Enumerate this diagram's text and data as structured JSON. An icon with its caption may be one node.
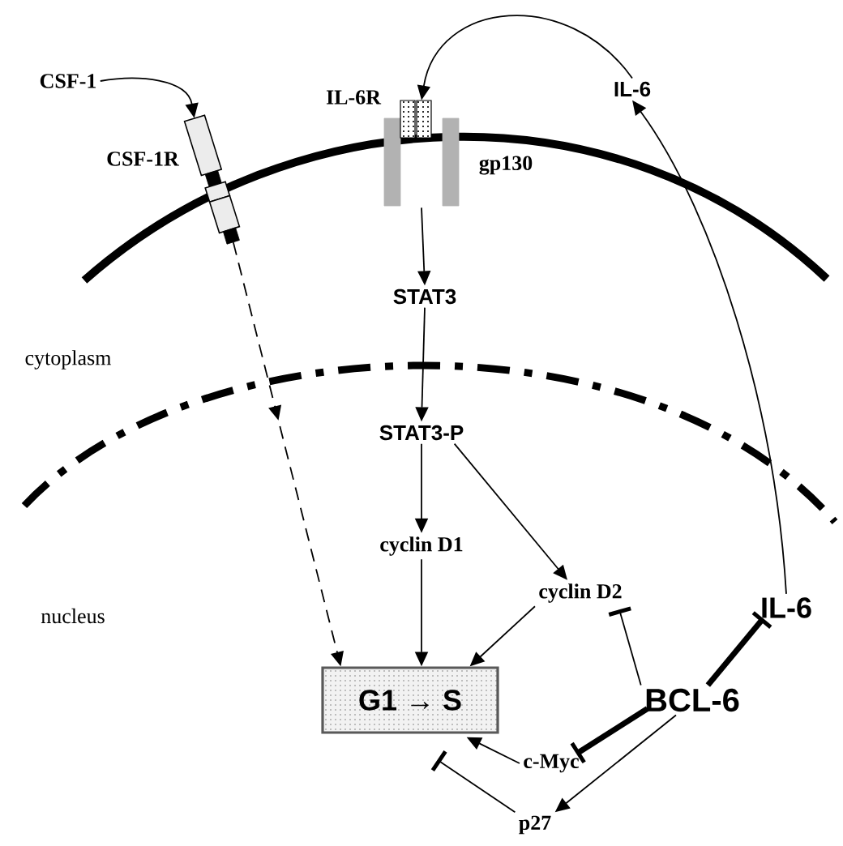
{
  "diagram": {
    "nodes": [
      {
        "text": [
          "CSF-1"
        ]
      },
      {
        "text": [
          "CSF-1R"
        ]
      },
      {
        "text": [
          "IL-6R",
          "gp130"
        ]
      },
      {
        "text": [
          "IL-6"
        ]
      },
      {
        "text": [
          "STAT3"
        ]
      },
      {
        "text": [
          "STAT3-P"
        ]
      },
      {
        "text": [
          "cyclin D1"
        ]
      },
      {
        "text": [
          "cyclin D2"
        ]
      },
      {
        "text": [
          "G1 → S"
        ]
      },
      {
        "text": [
          "IL-6"
        ]
      },
      {
        "text": [
          "BCL-6"
        ]
      },
      {
        "text": [
          "c-Myc"
        ]
      },
      {
        "text": [
          "p27"
        ]
      }
    ],
    "edges": [
      {
        "from": 0,
        "to": 1,
        "arrow": "to"
      },
      {
        "from": 1,
        "to": 8,
        "arrow": "to",
        "style": "dashed"
      },
      {
        "from": 2,
        "to": 4,
        "arrow": "to"
      },
      {
        "from": 4,
        "to": 5,
        "arrow": "to"
      },
      {
        "from": 5,
        "to": 6,
        "arrow": "to"
      },
      {
        "from": 5,
        "to": 7,
        "arrow": "to"
      },
      {
        "from": 6,
        "to": 8,
        "arrow": "to"
      },
      {
        "from": 7,
        "to": 8,
        "arrow": "to"
      },
      {
        "from": 10,
        "to": 7,
        "arrow": "other"
      },
      {
        "from": 10,
        "to": 9,
        "arrow": "other",
        "style": "thick"
      },
      {
        "from": 10,
        "to": 11,
        "arrow": "other",
        "style": "thick"
      },
      {
        "from": 10,
        "to": 12,
        "arrow": "to"
      },
      {
        "from": 11,
        "to": 8,
        "arrow": "to"
      },
      {
        "from": 12,
        "to": 8,
        "arrow": "other"
      },
      {
        "from": 9,
        "to": 3,
        "arrow": "to"
      },
      {
        "from": 3,
        "to": 2,
        "arrow": "to"
      }
    ],
    "labels": [
      "cytoplasm",
      "nucleus"
    ]
  }
}
